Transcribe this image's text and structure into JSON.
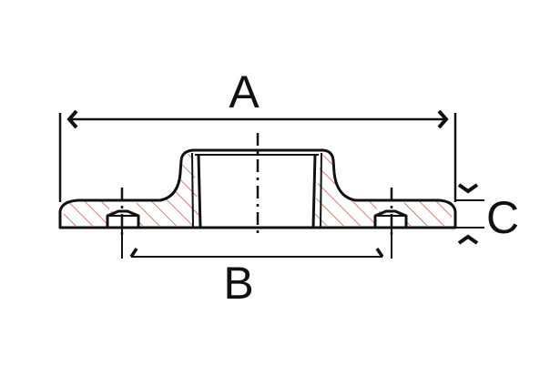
{
  "dimensions": {
    "a": "A",
    "b": "B",
    "c": "C"
  },
  "colors": {
    "outline": "#111111",
    "hatch": "#c9463d",
    "background": "#ffffff"
  }
}
